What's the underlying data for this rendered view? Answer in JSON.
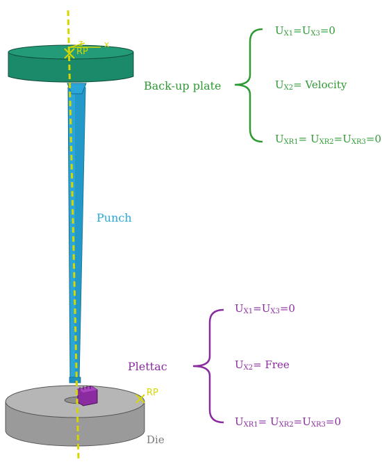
{
  "labels": {
    "backup_plate": "Back-up plate",
    "punch": "Punch",
    "plettac": "Plettac",
    "die": "Die"
  },
  "top_conditions": {
    "line1": {
      "u1": "U",
      "s1": "X1",
      "mid": "=U",
      "s2": "X3",
      "end": "=0"
    },
    "line2": {
      "u": "U",
      "s": "X2",
      "end": "= Velocity"
    },
    "line3": {
      "u1": "U",
      "s1": "XR1",
      "m1": "= U",
      "s2": "XR2",
      "m2": "=U",
      "s3": "XR3",
      "end": "=0"
    }
  },
  "bottom_conditions": {
    "line1": {
      "u1": "U",
      "s1": "X1",
      "mid": "=U",
      "s2": "X3",
      "end": "=0"
    },
    "line2": {
      "u": "U",
      "s": "X2",
      "end": "= Free"
    },
    "line3": {
      "u1": "U",
      "s1": "XR1",
      "m1": "= U",
      "s2": "XR2",
      "m2": "=U",
      "s3": "XR3",
      "end": "=0"
    }
  },
  "axis_labels": {
    "z": "z",
    "x": "x",
    "rp_top": "RP",
    "rp_bottom": "RP"
  },
  "colors": {
    "plate": "#1b8a6b",
    "punch": "#2aa7d8",
    "die": "#9a9a9a",
    "plettac": "#8a2ca0",
    "axis": "#d6d600",
    "green_text": "#2e9a33",
    "purple_text": "#8a2ca0"
  }
}
